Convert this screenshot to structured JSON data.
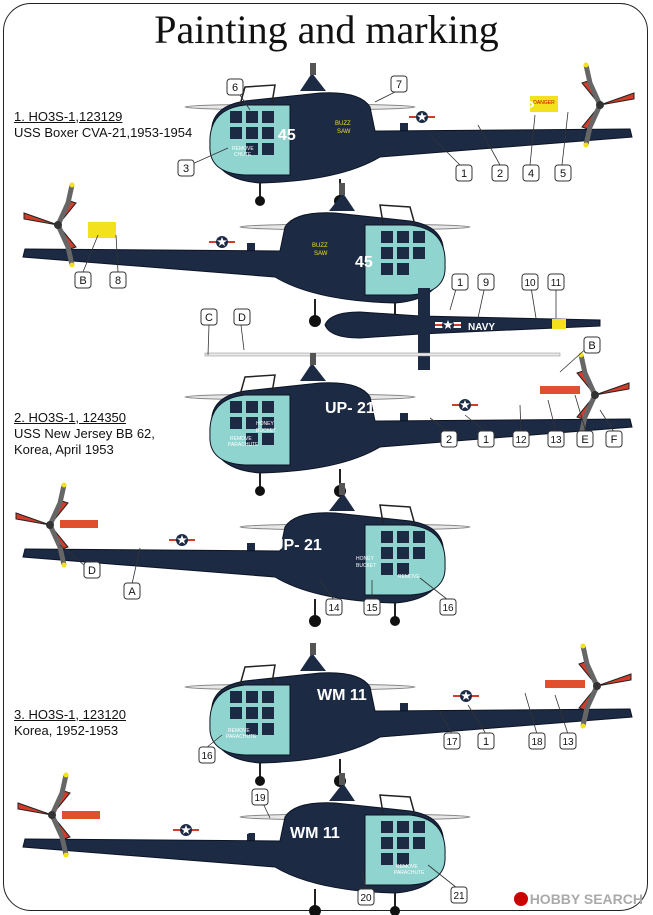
{
  "title": "Painting and marking",
  "variants": [
    {
      "heading": "1. HO3S-1,123129",
      "line2": "USS Boxer CVA-21,1953-1954",
      "line3": ""
    },
    {
      "heading": "2.  HO3S-1, 124350",
      "line2": "USS New Jersey BB 62,",
      "line3": "Korea, April 1953"
    },
    {
      "heading": "3. HO3S-1, 123120",
      "line2": "Korea, 1952-1953",
      "line3": ""
    }
  ],
  "markings": {
    "navy": "NAVY",
    "up": "UP",
    "n45": "45",
    "buzz": "BUZZ",
    "saw": "SAW",
    "remove": "REMOVE",
    "chute": "CHUTE",
    "parachute": "PARACHUTE",
    "up21": "UP- 21",
    "honey": "HONEY",
    "bucket": "BUCKET",
    "marines": "MARINES",
    "wm11": "WM 11",
    "danger": "DANGER"
  },
  "callouts": {
    "c1": "1",
    "c2": "2",
    "c3": "3",
    "c4": "4",
    "c5": "5",
    "c6": "6",
    "c7": "7",
    "c8": "8",
    "c9": "9",
    "c10": "10",
    "c11": "11",
    "c12": "12",
    "c13": "13",
    "c14": "14",
    "c15": "15",
    "c16": "16",
    "c17": "17",
    "c18": "18",
    "c19": "19",
    "c20": "20",
    "c21": "21",
    "cA": "A",
    "cB": "B",
    "cC": "C",
    "cD": "D",
    "cE": "E",
    "cF": "F"
  },
  "watermark": "HOBBY SEARCH",
  "colors": {
    "fuselage": "#1c2a44",
    "glass": "#8fd4cf",
    "red": "#d33b2a",
    "tail": "#e0502e",
    "yellow": "#f2e11c"
  }
}
